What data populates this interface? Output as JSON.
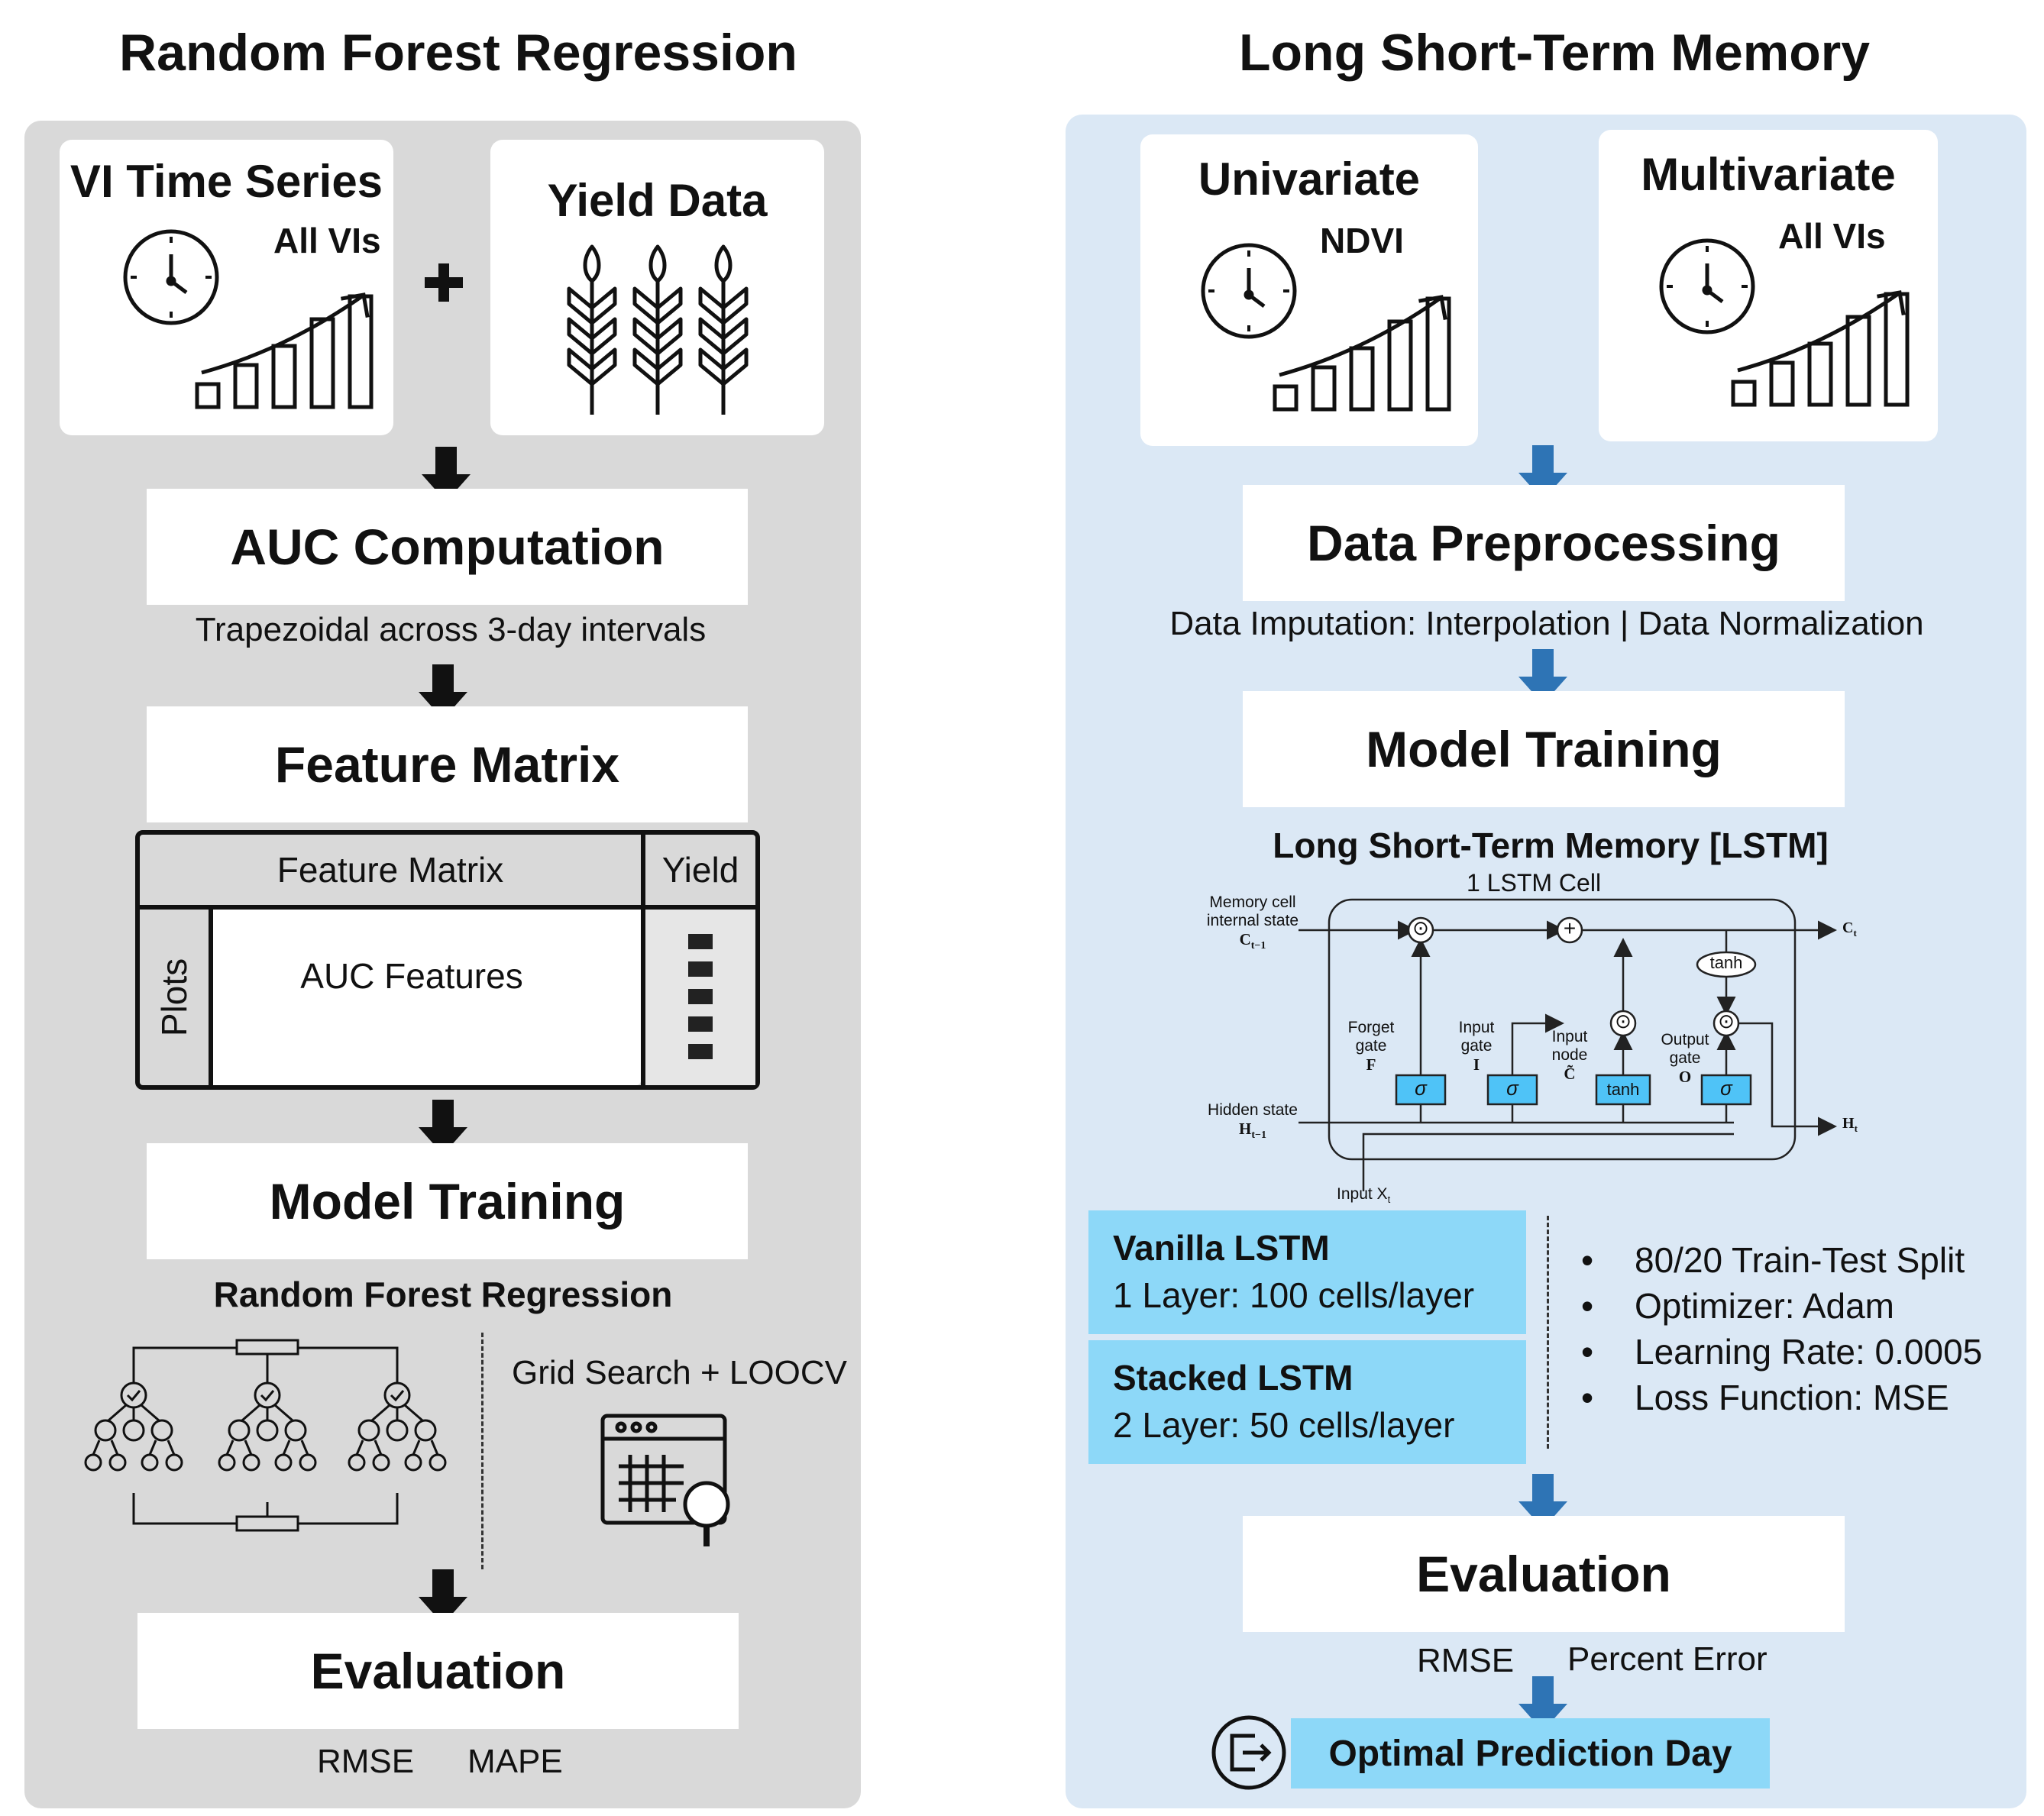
{
  "rf": {
    "title": "Random Forest Regression",
    "input1_title": "VI Time Series",
    "input1_tag": "All VIs",
    "input2_title": "Yield Data",
    "step_auc": "AUC Computation",
    "auc_note": "Trapezoidal across 3-day intervals",
    "step_feature": "Feature Matrix",
    "fm_header": "Feature Matrix",
    "fm_yield": "Yield",
    "fm_plots": "Plots",
    "fm_body": "AUC Features",
    "step_training": "Model Training",
    "training_subtitle": "Random Forest Regression",
    "grid_search": "Grid Search + LOOCV",
    "step_eval": "Evaluation",
    "metric1": "RMSE",
    "metric2": "MAPE"
  },
  "lstm": {
    "title": "Long Short-Term Memory",
    "uni_title": "Univariate",
    "uni_tag": "NDVI",
    "multi_title": "Multivariate",
    "multi_tag": "All VIs",
    "step_pre": "Data Preprocessing",
    "pre_note": "Data Imputation: Interpolation | Data Normalization",
    "step_training": "Model Training",
    "lstm_subtitle": "Long Short-Term Memory [LSTM]",
    "cell": {
      "caption": "1 LSTM Cell",
      "memory_label_1": "Memory cell",
      "memory_label_2": "internal state",
      "memory_symbol": "C",
      "memory_sub": "t−1",
      "output_c": "C",
      "output_c_sub": "t",
      "hidden_label": "Hidden state",
      "hidden_symbol": "H",
      "hidden_sub": "t−1",
      "output_h": "H",
      "output_h_sub": "t",
      "input_label": "Input X",
      "input_sub": "t",
      "forget_label_1": "Forget",
      "forget_label_2": "gate",
      "forget_symbol": "F",
      "input_gate_1": "Input",
      "input_gate_2": "gate",
      "input_gate_symbol": "I",
      "input_node_1": "Input",
      "input_node_2": "node",
      "input_node_symbol": "C̃",
      "output_gate_1": "Output",
      "output_gate_2": "gate",
      "output_gate_symbol": "O",
      "sigma": "σ",
      "tanh": "tanh",
      "mult": "⊙",
      "plus": "+"
    },
    "vanilla_title": "Vanilla LSTM",
    "vanilla_desc": "1 Layer: 100 cells/layer",
    "stacked_title": "Stacked LSTM",
    "stacked_desc": "2 Layer: 50 cells/layer",
    "bullets": [
      "80/20 Train-Test Split",
      "Optimizer: Adam",
      "Learning Rate: 0.0005",
      "Loss Function: MSE"
    ],
    "step_eval": "Evaluation",
    "metric1": "RMSE",
    "metric2": "Percent Error",
    "optimal": "Optimal Prediction Day"
  },
  "colors": {
    "rf_panel": "#d9d9d9",
    "lstm_panel": "#dbe8f5",
    "rf_arrow": "#111111",
    "lstm_arrow": "#2e74b5",
    "highlight_box": "#8dd8f8",
    "gate_fill": "#4fc3f7"
  },
  "icons": [
    "clock-icon",
    "growth-chart-icon",
    "plus-icon",
    "wheat-icon",
    "decision-tree-icon",
    "grid-search-icon",
    "export-icon"
  ]
}
